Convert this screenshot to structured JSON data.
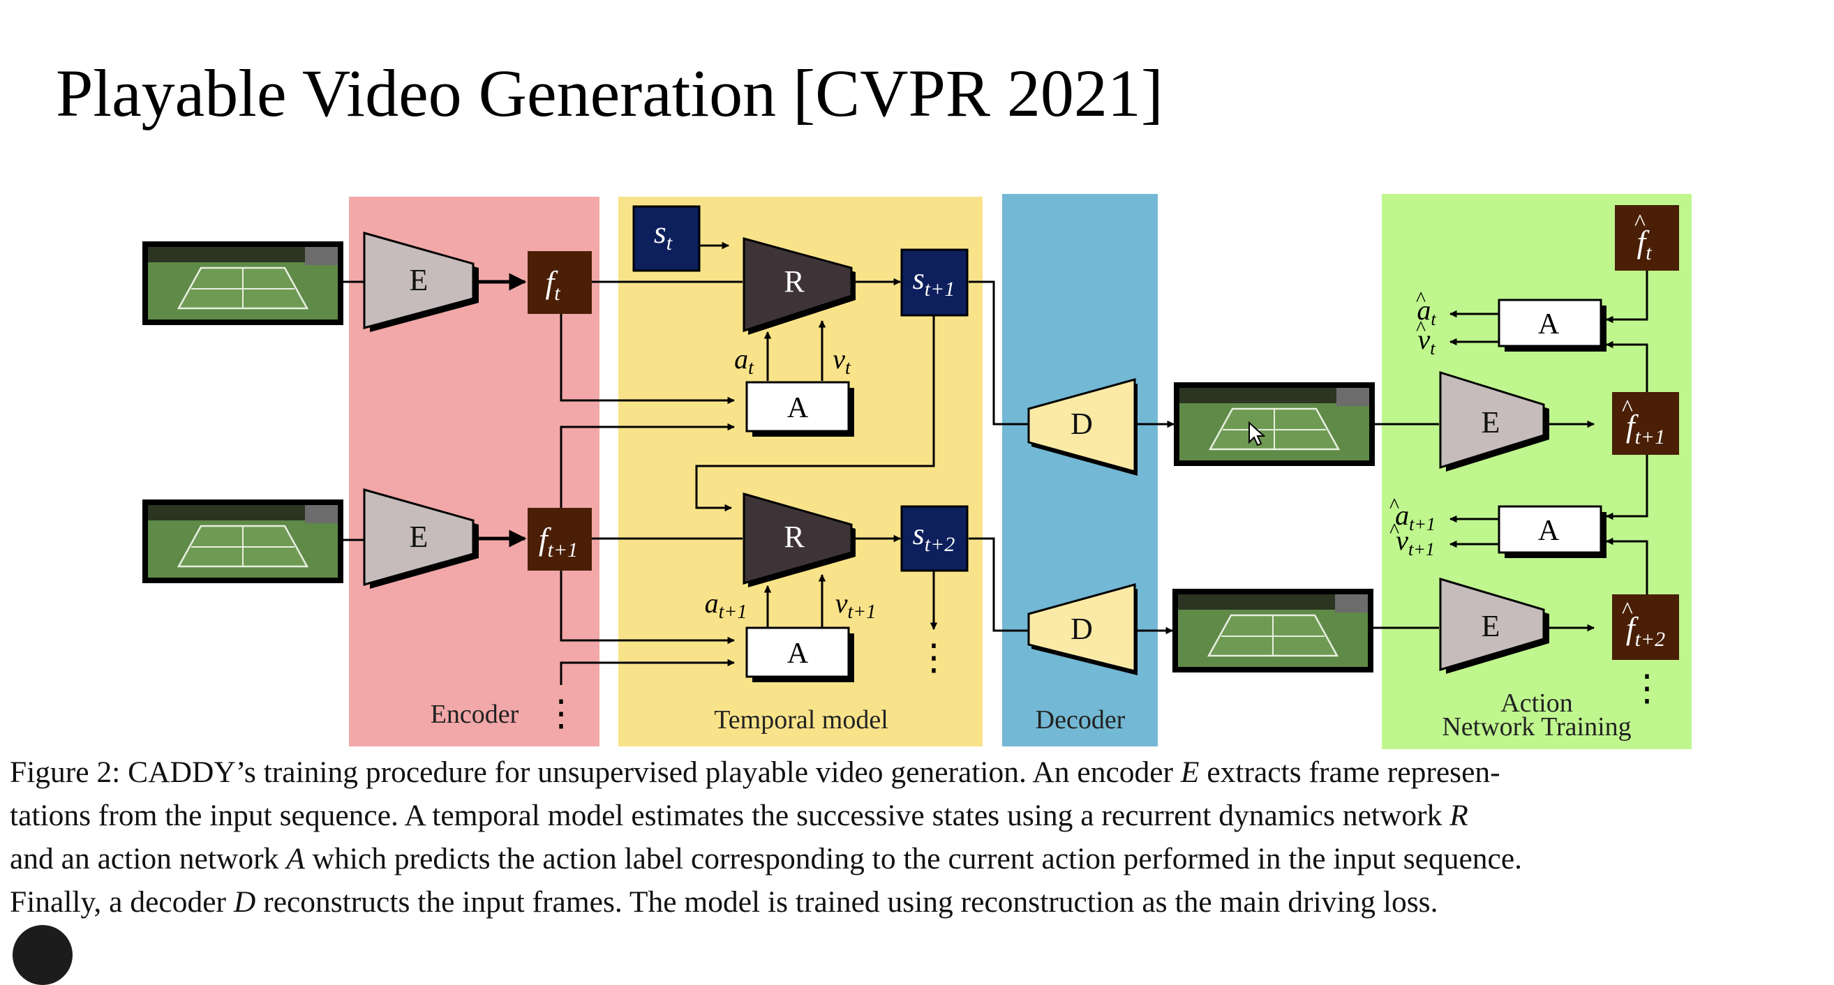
{
  "slide": {
    "title": "Playable Video Generation [CVPR 2021]"
  },
  "regions": {
    "encoder": "Encoder",
    "temporal": "Temporal model",
    "decoder": "Decoder",
    "action_line1": "Action",
    "action_line2": "Network Training"
  },
  "modules": {
    "encoder": "E",
    "recurrent": "R",
    "action": "A",
    "decoder": "D"
  },
  "symbols": {
    "f": "f",
    "s": "s",
    "a": "a",
    "v": "v",
    "sub_t": "t",
    "sub_t1": "t+1",
    "sub_t2": "t+2",
    "hat": "^",
    "dots": "⋮"
  },
  "caption": {
    "line1_a": "Figure 2: CADDY’s training procedure for unsupervised playable video generation. An encoder ",
    "line1_var": "E",
    "line1_b": " extracts frame represen-",
    "line2_a": "tations from the input sequence. A temporal model estimates the successive states using a recurrent dynamics network ",
    "line2_var": "R",
    "line3_a": "and an action network ",
    "line3_var": "A",
    "line3_b": " which predicts the action label corresponding to the current action performed in the input sequence.",
    "line4_a": "Finally, a decoder ",
    "line4_var": "D",
    "line4_b": " reconstructs the input frames. The model is trained using reconstruction as the main driving loss."
  },
  "colors": {
    "encoder_bg": "#f2a8a8",
    "temporal_bg": "#f9e38a",
    "decoder_bg": "#73b8d4",
    "action_bg": "#bff68e",
    "feature_box": "#4a1f06",
    "state_box": "#0d1f5c",
    "encoder_module": "#c6bcbc",
    "recurrent_module": "#3e3438",
    "decoder_module": "#fbeaa6"
  },
  "icons": {
    "frame": "tennis-frame-thumbnail",
    "pointer": "mouse-pointer-icon"
  }
}
